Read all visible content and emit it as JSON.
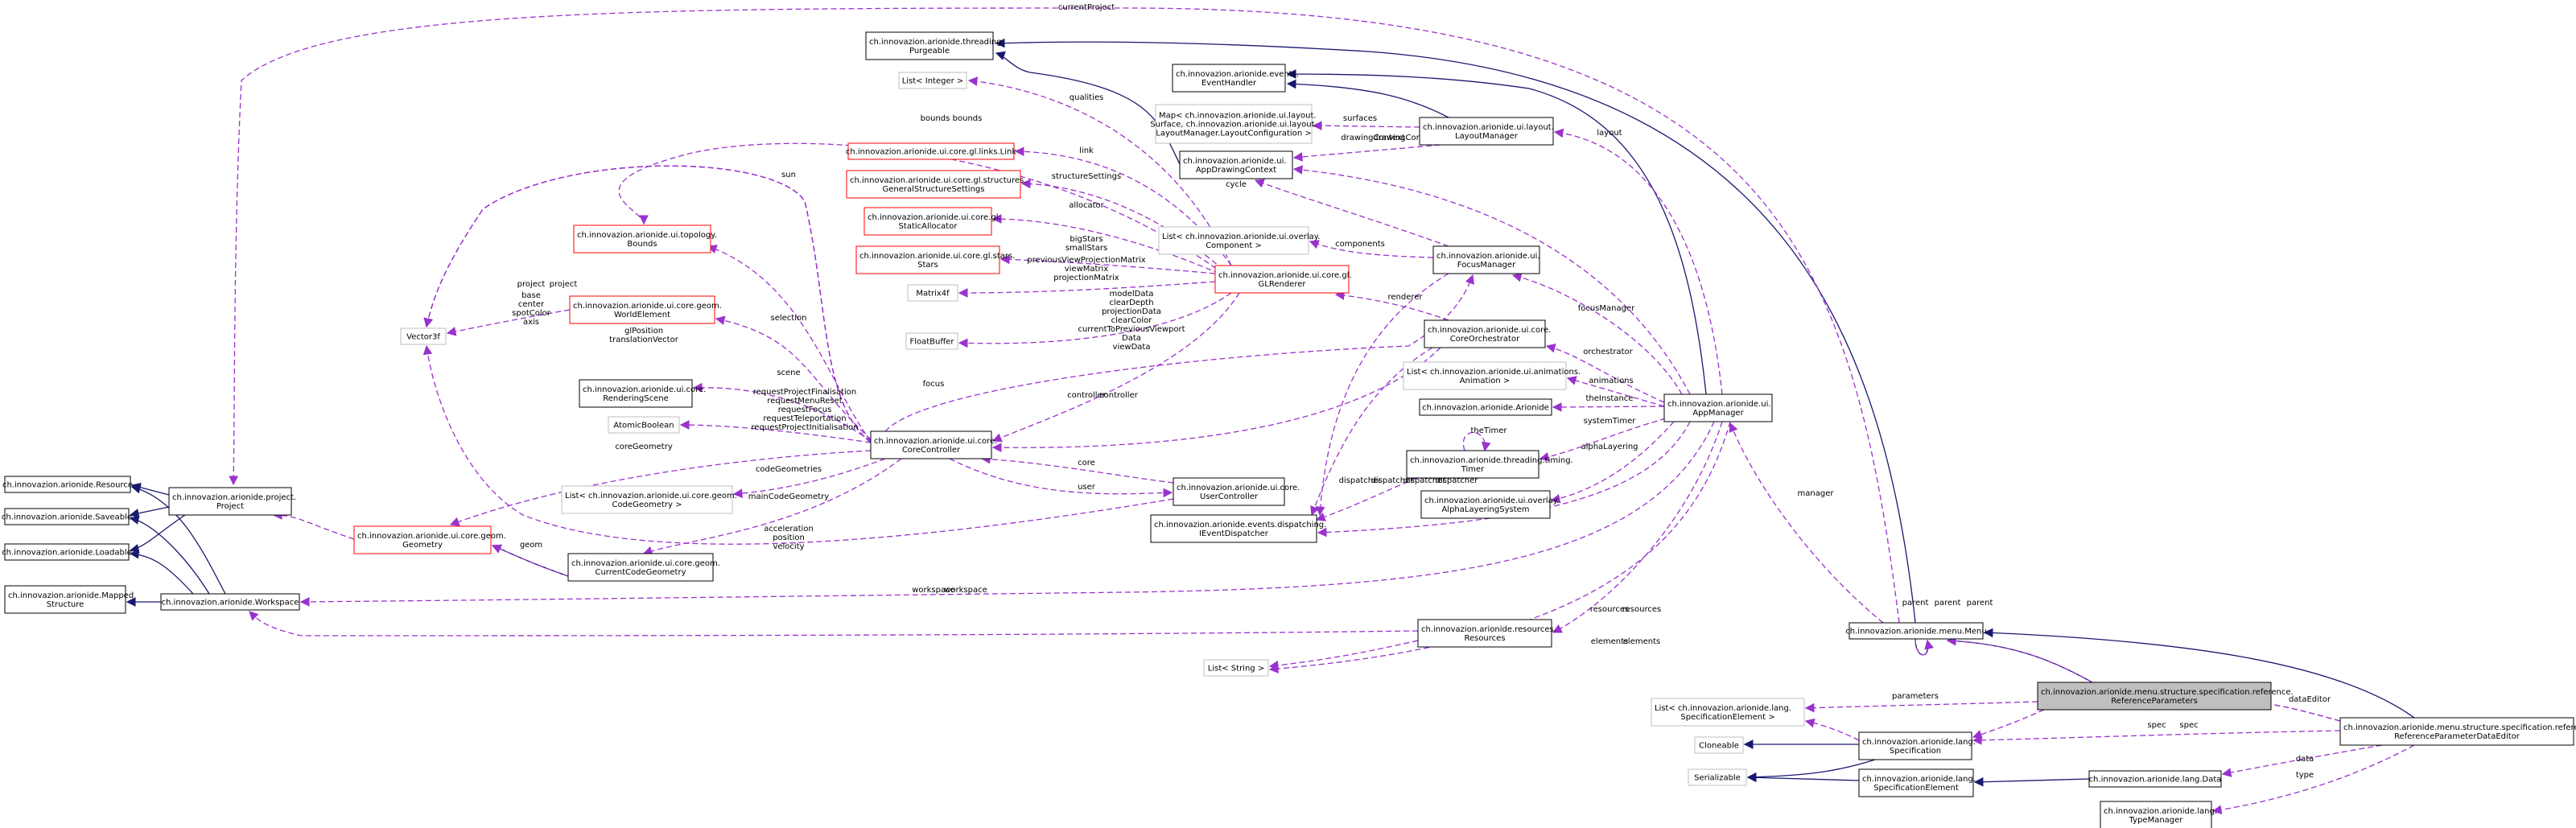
{
  "colors": {
    "inheritance": "#191970",
    "usage": "#9a32cd",
    "node_border": "#000000",
    "external_border": "#bfbfbf",
    "red_border": "#ff0000",
    "highlight_fill": "#bfbfbf"
  },
  "nodes": [
    {
      "id": "purgeable",
      "lines": [
        "ch.innovazion.arionide.threading.",
        "Purgeable"
      ],
      "style": "normal"
    },
    {
      "id": "eventhandler",
      "lines": [
        "ch.innovazion.arionide.events.",
        "EventHandler"
      ],
      "style": "normal"
    },
    {
      "id": "listinteger",
      "lines": [
        "List< Integer >"
      ],
      "style": "external"
    },
    {
      "id": "mapsurface",
      "lines": [
        "Map< ch.innovazion.arionide.ui.layout.",
        "Surface, ch.innovazion.arionide.ui.layout.",
        "LayoutManager.LayoutConfiguration >"
      ],
      "style": "external"
    },
    {
      "id": "layoutmanager",
      "lines": [
        "ch.innovazion.arionide.ui.layout.",
        "LayoutManager"
      ],
      "style": "normal"
    },
    {
      "id": "appdrawingcontext",
      "lines": [
        "ch.innovazion.arionide.ui.",
        "AppDrawingContext"
      ],
      "style": "normal"
    },
    {
      "id": "link",
      "lines": [
        "ch.innovazion.arionide.ui.core.gl.links.Link"
      ],
      "style": "red"
    },
    {
      "id": "generalstructuresettings",
      "lines": [
        "ch.innovazion.arionide.ui.core.gl.structures.",
        "GeneralStructureSettings"
      ],
      "style": "red"
    },
    {
      "id": "staticallocator",
      "lines": [
        "ch.innovazion.arionide.ui.core.gl.",
        "StaticAllocator"
      ],
      "style": "red"
    },
    {
      "id": "bounds",
      "lines": [
        "ch.innovazion.arionide.ui.topology.",
        "Bounds"
      ],
      "style": "red"
    },
    {
      "id": "listcomponent",
      "lines": [
        "List< ch.innovazion.arionide.ui.overlay.",
        "Component >"
      ],
      "style": "external"
    },
    {
      "id": "focusmanager",
      "lines": [
        "ch.innovazion.arionide.ui.",
        "FocusManager"
      ],
      "style": "normal"
    },
    {
      "id": "stars",
      "lines": [
        "ch.innovazion.arionide.ui.core.gl.stars.",
        "Stars"
      ],
      "style": "red"
    },
    {
      "id": "glrenderer",
      "lines": [
        "ch.innovazion.arionide.ui.core.gl.",
        "GLRenderer"
      ],
      "style": "red"
    },
    {
      "id": "matrix4f",
      "lines": [
        "Matrix4f"
      ],
      "style": "external"
    },
    {
      "id": "worldelement",
      "lines": [
        "ch.innovazion.arionide.ui.core.geom.",
        "WorldElement"
      ],
      "style": "red"
    },
    {
      "id": "vector3f",
      "lines": [
        "Vector3f"
      ],
      "style": "external"
    },
    {
      "id": "floatbuffer",
      "lines": [
        "FloatBuffer"
      ],
      "style": "external"
    },
    {
      "id": "coreorchestrator",
      "lines": [
        "ch.innovazion.arionide.ui.core.",
        "CoreOrchestrator"
      ],
      "style": "normal"
    },
    {
      "id": "renderingscene",
      "lines": [
        "ch.innovazion.arionide.ui.core.",
        "RenderingScene"
      ],
      "style": "normal"
    },
    {
      "id": "listanimation",
      "lines": [
        "List< ch.innovazion.arionide.ui.animations.",
        "Animation >"
      ],
      "style": "external"
    },
    {
      "id": "arionide",
      "lines": [
        "ch.innovazion.arionide.Arionide"
      ],
      "style": "normal"
    },
    {
      "id": "appmanager",
      "lines": [
        "ch.innovazion.arionide.ui.",
        "AppManager"
      ],
      "style": "normal"
    },
    {
      "id": "atomicboolean",
      "lines": [
        "AtomicBoolean"
      ],
      "style": "external"
    },
    {
      "id": "corecontroller",
      "lines": [
        "ch.innovazion.arionide.ui.core.",
        "CoreController"
      ],
      "style": "normal"
    },
    {
      "id": "timer",
      "lines": [
        "ch.innovazion.arionide.threading.timing.",
        "Timer"
      ],
      "style": "normal"
    },
    {
      "id": "resource",
      "lines": [
        "ch.innovazion.arionide.Resource"
      ],
      "style": "normal"
    },
    {
      "id": "project",
      "lines": [
        "ch.innovazion.arionide.project.",
        "Project"
      ],
      "style": "normal"
    },
    {
      "id": "listcodegeometry",
      "lines": [
        "List< ch.innovazion.arionide.ui.core.geom.",
        "CodeGeometry >"
      ],
      "style": "external"
    },
    {
      "id": "usercontroller",
      "lines": [
        "ch.innovazion.arionide.ui.core.",
        "UserController"
      ],
      "style": "normal"
    },
    {
      "id": "alphalayeringsystem",
      "lines": [
        "ch.innovazion.arionide.ui.overlay.",
        "AlphaLayeringSystem"
      ],
      "style": "normal"
    },
    {
      "id": "saveable",
      "lines": [
        "ch.innovazion.arionide.Saveable"
      ],
      "style": "normal"
    },
    {
      "id": "geometry",
      "lines": [
        "ch.innovazion.arionide.ui.core.geom.",
        "Geometry"
      ],
      "style": "red"
    },
    {
      "id": "ieventdispatcher",
      "lines": [
        "ch.innovazion.arionide.events.dispatching.",
        "IEventDispatcher"
      ],
      "style": "normal"
    },
    {
      "id": "loadable",
      "lines": [
        "ch.innovazion.arionide.Loadable"
      ],
      "style": "normal"
    },
    {
      "id": "currentcodegeometry",
      "lines": [
        "ch.innovazion.arionide.ui.core.geom.",
        "CurrentCodeGeometry"
      ],
      "style": "normal"
    },
    {
      "id": "mappedstructure",
      "lines": [
        "ch.innovazion.arionide.Mapped",
        "Structure"
      ],
      "style": "normal"
    },
    {
      "id": "workspace",
      "lines": [
        "ch.innovazion.arionide.Workspace"
      ],
      "style": "normal"
    },
    {
      "id": "resources",
      "lines": [
        "ch.innovazion.arionide.resources.",
        "Resources"
      ],
      "style": "normal"
    },
    {
      "id": "menu",
      "lines": [
        "ch.innovazion.arionide.menu.Menu"
      ],
      "style": "normal"
    },
    {
      "id": "liststring",
      "lines": [
        "List< String >"
      ],
      "style": "external"
    },
    {
      "id": "referenceparameters",
      "lines": [
        "ch.innovazion.arionide.menu.structure.specification.reference.",
        "ReferenceParameters"
      ],
      "style": "highlight"
    },
    {
      "id": "listspecelement",
      "lines": [
        "List< ch.innovazion.arionide.lang.",
        "SpecificationElement >"
      ],
      "style": "external"
    },
    {
      "id": "refparamdataeditor",
      "lines": [
        "ch.innovazion.arionide.menu.structure.specification.reference.",
        "ReferenceParameterDataEditor"
      ],
      "style": "normal"
    },
    {
      "id": "cloneable",
      "lines": [
        "Cloneable"
      ],
      "style": "external"
    },
    {
      "id": "specification",
      "lines": [
        "ch.innovazion.arionide.lang.",
        "Specification"
      ],
      "style": "normal"
    },
    {
      "id": "serializable",
      "lines": [
        "Serializable"
      ],
      "style": "external"
    },
    {
      "id": "specificationelement",
      "lines": [
        "ch.innovazion.arionide.lang.",
        "SpecificationElement"
      ],
      "style": "normal"
    },
    {
      "id": "data",
      "lines": [
        "ch.innovazion.arionide.lang.Data"
      ],
      "style": "normal"
    },
    {
      "id": "typemanager",
      "lines": [
        "ch.innovazion.arionide.lang.",
        "TypeManager"
      ],
      "style": "normal"
    }
  ],
  "edges": [
    {
      "type": "inheritance",
      "from": "appdrawingcontext",
      "to": "purgeable"
    },
    {
      "type": "inheritance",
      "from": "layoutmanager",
      "to": "eventhandler"
    },
    {
      "type": "inheritance",
      "from": "appmanager",
      "to": "eventhandler"
    },
    {
      "type": "inheritance",
      "from": "menu",
      "to": "purgeable"
    },
    {
      "type": "inheritance",
      "from": "project",
      "to": "resource"
    },
    {
      "type": "inheritance",
      "from": "project",
      "to": "saveable"
    },
    {
      "type": "inheritance",
      "from": "project",
      "to": "loadable"
    },
    {
      "type": "inheritance",
      "from": "workspace",
      "to": "resource"
    },
    {
      "type": "inheritance",
      "from": "workspace",
      "to": "saveable"
    },
    {
      "type": "inheritance",
      "from": "workspace",
      "to": "loadable"
    },
    {
      "type": "inheritance",
      "from": "workspace",
      "to": "mappedstructure"
    },
    {
      "type": "inheritance",
      "from": "currentcodegeometry",
      "to": "geometry"
    },
    {
      "type": "inheritance",
      "from": "referenceparameters",
      "to": "menu"
    },
    {
      "type": "inheritance",
      "from": "refparamdataeditor",
      "to": "menu"
    },
    {
      "type": "inheritance",
      "from": "menu",
      "to": "menu"
    },
    {
      "type": "inheritance",
      "from": "specification",
      "to": "cloneable"
    },
    {
      "type": "inheritance",
      "from": "specification",
      "to": "serializable"
    },
    {
      "type": "inheritance",
      "from": "specificationelement",
      "to": "serializable"
    },
    {
      "type": "inheritance",
      "from": "data",
      "to": "specificationelement"
    },
    {
      "type": "usage",
      "from": "menu",
      "to": "project",
      "label": "currentProject"
    },
    {
      "type": "usage",
      "from": "glrenderer",
      "to": "listinteger",
      "label": "qualities"
    },
    {
      "type": "usage",
      "from": "layoutmanager",
      "to": "mapsurface",
      "label": "surfaces"
    },
    {
      "type": "usage",
      "from": "layoutmanager",
      "to": "appdrawingcontext",
      "label": "drawingContext"
    },
    {
      "type": "usage",
      "from": "appmanager",
      "to": "layoutmanager",
      "label": "layout"
    },
    {
      "type": "usage",
      "from": "appmanager",
      "to": "appdrawingcontext",
      "label": "drawingContext"
    },
    {
      "type": "usage",
      "from": "glrenderer",
      "to": "bounds",
      "label": "bounds"
    },
    {
      "type": "usage",
      "from": "glrenderer",
      "to": "link",
      "label": "link"
    },
    {
      "type": "usage",
      "from": "glrenderer",
      "to": "generalstructuresettings",
      "label": "structureSettings"
    },
    {
      "type": "usage",
      "from": "glrenderer",
      "to": "staticallocator",
      "label": "allocator"
    },
    {
      "type": "usage",
      "from": "focusmanager",
      "to": "appdrawingcontext",
      "label": "cycle"
    },
    {
      "type": "usage",
      "from": "corecontroller",
      "to": "vector3f",
      "label": "sun"
    },
    {
      "type": "usage",
      "from": "corecontroller",
      "to": "bounds",
      "label": "bounds"
    },
    {
      "type": "usage",
      "from": "focusmanager",
      "to": "listcomponent",
      "label": "components"
    },
    {
      "type": "usage",
      "from": "glrenderer",
      "to": "stars",
      "label": "bigStars\nsmallStars"
    },
    {
      "type": "usage",
      "from": "glrenderer",
      "to": "matrix4f",
      "label": "previousViewProjectionMatrix\nviewMatrix\nprojectionMatrix"
    },
    {
      "type": "usage",
      "from": "coreorchestrator",
      "to": "glrenderer",
      "label": "renderer"
    },
    {
      "type": "usage",
      "from": "corecontroller",
      "to": "vector3f",
      "label": "project"
    },
    {
      "type": "usage",
      "from": "worldelement",
      "to": "vector3f",
      "label": "base\ncenter\nspotColor\naxis"
    },
    {
      "type": "usage",
      "from": "corecontroller",
      "to": "worldelement",
      "label": "selection"
    },
    {
      "type": "usage",
      "from": "glrenderer",
      "to": "floatbuffer",
      "label": "modelData\nclearDepth\nprojectionData\nclearColor\ncurrentToPreviousViewport\nData\nviewData"
    },
    {
      "type": "usage",
      "from": "appmanager",
      "to": "focusmanager",
      "label": "focusManager"
    },
    {
      "type": "usage",
      "from": "corecontroller",
      "to": "vector3f",
      "label": "glPosition\ntranslationVector"
    },
    {
      "type": "usage",
      "from": "appmanager",
      "to": "coreorchestrator",
      "label": "orchestrator"
    },
    {
      "type": "usage",
      "from": "corecontroller",
      "to": "renderingscene",
      "label": "scene"
    },
    {
      "type": "usage",
      "from": "appmanager",
      "to": "listanimation",
      "label": "animations"
    },
    {
      "type": "usage",
      "from": "corecontroller",
      "to": "focusmanager",
      "label": "focus"
    },
    {
      "type": "usage",
      "from": "glrenderer",
      "to": "corecontroller",
      "label": "controller"
    },
    {
      "type": "usage",
      "from": "appmanager",
      "to": "arionide",
      "label": "theInstance"
    },
    {
      "type": "usage",
      "from": "corecontroller",
      "to": "atomicboolean",
      "label": "requestProjectFinalisation\nrequestMenuReset\nrequestFocus\nrequestTeleportation\nrequestProjectInitialisation"
    },
    {
      "type": "usage",
      "from": "coreorchestrator",
      "to": "corecontroller",
      "label": "controller"
    },
    {
      "type": "usage",
      "from": "appmanager",
      "to": "timer",
      "label": "systemTimer"
    },
    {
      "type": "usage",
      "from": "timer",
      "to": "timer",
      "label": "theTimer"
    },
    {
      "type": "usage",
      "from": "corecontroller",
      "to": "geometry",
      "label": "coreGeometry"
    },
    {
      "type": "usage",
      "from": "corecontroller",
      "to": "listcodegeometry",
      "label": "codeGeometries"
    },
    {
      "type": "usage",
      "from": "usercontroller",
      "to": "corecontroller",
      "label": "core"
    },
    {
      "type": "usage",
      "from": "appmanager",
      "to": "alphalayeringsystem",
      "label": "alphaLayering"
    },
    {
      "type": "usage",
      "from": "corecontroller",
      "to": "usercontroller",
      "label": "user"
    },
    {
      "type": "usage",
      "from": "focusmanager",
      "to": "ieventdispatcher",
      "label": "dispatcher"
    },
    {
      "type": "usage",
      "from": "coreorchestrator",
      "to": "ieventdispatcher",
      "label": "dispatcher"
    },
    {
      "type": "usage",
      "from": "timer",
      "to": "ieventdispatcher",
      "label": "dispatcher"
    },
    {
      "type": "usage",
      "from": "appmanager",
      "to": "ieventdispatcher",
      "label": "dispatcher"
    },
    {
      "type": "usage",
      "from": "geometry",
      "to": "project",
      "label": "project"
    },
    {
      "type": "usage",
      "from": "currentcodegeometry",
      "to": "geometry",
      "label": "geom"
    },
    {
      "type": "usage",
      "from": "corecontroller",
      "to": "currentcodegeometry",
      "label": "mainCodeGeometry"
    },
    {
      "type": "usage",
      "from": "usercontroller",
      "to": "vector3f",
      "label": "acceleration\nposition\nvelocity"
    },
    {
      "type": "usage",
      "from": "appmanager",
      "to": "workspace",
      "label": "workspace"
    },
    {
      "type": "usage",
      "from": "appmanager",
      "to": "resources",
      "label": "resources"
    },
    {
      "type": "usage",
      "from": "resources",
      "to": "workspace",
      "label": "workspace"
    },
    {
      "type": "usage",
      "from": "menu",
      "to": "appmanager",
      "label": "manager"
    },
    {
      "type": "usage",
      "from": "menu",
      "to": "menu",
      "label": "parent"
    },
    {
      "type": "usage",
      "from": "resources",
      "to": "liststring",
      "label": "resources"
    },
    {
      "type": "usage",
      "from": "appmanager",
      "to": "liststring",
      "label": "elements"
    },
    {
      "type": "usage",
      "from": "referenceparameters",
      "to": "menu",
      "label": "parent"
    },
    {
      "type": "usage",
      "from": "referenceparameters",
      "to": "listspecelement",
      "label": "parameters"
    },
    {
      "type": "usage",
      "from": "refparamdataeditor",
      "to": "referenceparameters",
      "label": "dataEditor"
    },
    {
      "type": "usage",
      "from": "specification",
      "to": "listspecelement",
      "label": "elements"
    },
    {
      "type": "usage",
      "from": "referenceparameters",
      "to": "specification",
      "label": "spec"
    },
    {
      "type": "usage",
      "from": "refparamdataeditor",
      "to": "specification",
      "label": "spec"
    },
    {
      "type": "usage",
      "from": "refparamdataeditor",
      "to": "referenceparameters",
      "label": "parent"
    },
    {
      "type": "usage",
      "from": "refparamdataeditor",
      "to": "data",
      "label": "data"
    },
    {
      "type": "usage",
      "from": "refparamdataeditor",
      "to": "typemanager",
      "label": "type"
    }
  ]
}
